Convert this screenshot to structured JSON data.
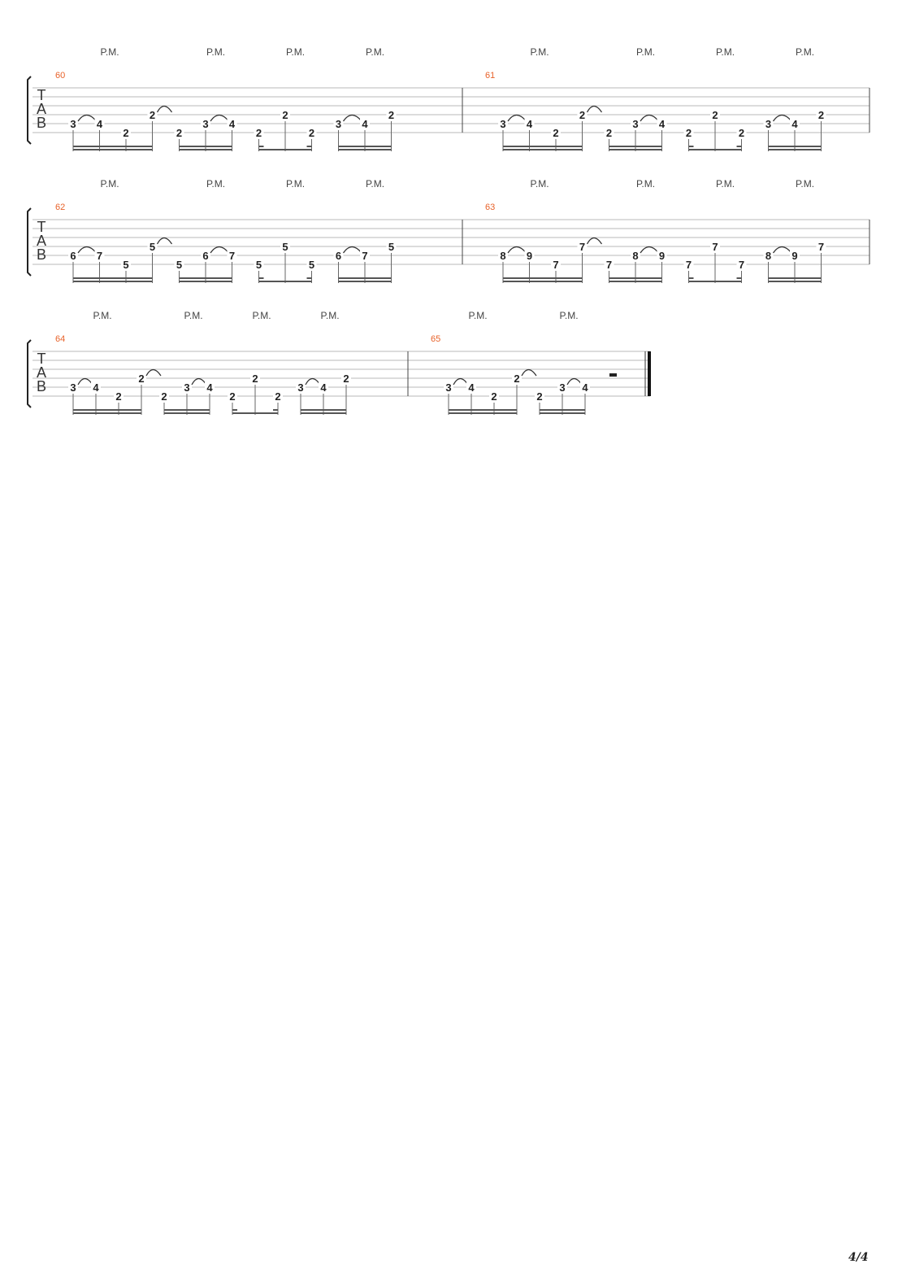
{
  "document": {
    "page_number": "4/4",
    "tab_clef": [
      "T",
      "A",
      "B"
    ],
    "palm_mute_label": "P.M.",
    "systems": [
      {
        "measures": [
          {
            "number": "60",
            "palm_mutes": 4,
            "beats": [
              {
                "notes": [
                  {
                    "fret": "3",
                    "string": 5,
                    "tie": true
                  },
                  {
                    "fret": "4",
                    "string": 5
                  },
                  {
                    "fret": "2",
                    "string": 6
                  },
                  {
                    "fret": "2",
                    "string": 4,
                    "tie": true
                  }
                ],
                "beam": 2
              },
              {
                "notes": [
                  {
                    "fret": "2",
                    "string": 6
                  },
                  {
                    "fret": "3",
                    "string": 5,
                    "tie": true
                  },
                  {
                    "fret": "4",
                    "string": 5
                  }
                ],
                "beam": 2,
                "rest_first": true
              },
              {
                "notes": [
                  {
                    "fret": "2",
                    "string": 6
                  },
                  {
                    "fret": "2",
                    "string": 4
                  },
                  {
                    "fret": "2",
                    "string": 6
                  }
                ],
                "beam": 1,
                "dotted": true
              },
              {
                "notes": [
                  {
                    "fret": "3",
                    "string": 5,
                    "tie": true
                  },
                  {
                    "fret": "4",
                    "string": 5
                  },
                  {
                    "fret": "2",
                    "string": 4
                  }
                ],
                "beam": 2
              }
            ]
          },
          {
            "number": "61",
            "palm_mutes": 4,
            "beats": [
              {
                "notes": [
                  {
                    "fret": "3",
                    "string": 5,
                    "tie": true
                  },
                  {
                    "fret": "4",
                    "string": 5
                  },
                  {
                    "fret": "2",
                    "string": 6
                  },
                  {
                    "fret": "2",
                    "string": 4,
                    "tie": true
                  }
                ],
                "beam": 2
              },
              {
                "notes": [
                  {
                    "fret": "2",
                    "string": 6
                  },
                  {
                    "fret": "3",
                    "string": 5,
                    "tie": true
                  },
                  {
                    "fret": "4",
                    "string": 5
                  }
                ],
                "beam": 2,
                "rest_first": true
              },
              {
                "notes": [
                  {
                    "fret": "2",
                    "string": 6
                  },
                  {
                    "fret": "2",
                    "string": 4
                  },
                  {
                    "fret": "2",
                    "string": 6
                  }
                ],
                "beam": 1,
                "dotted": true
              },
              {
                "notes": [
                  {
                    "fret": "3",
                    "string": 5,
                    "tie": true
                  },
                  {
                    "fret": "4",
                    "string": 5
                  },
                  {
                    "fret": "2",
                    "string": 4
                  }
                ],
                "beam": 2
              }
            ]
          }
        ]
      },
      {
        "measures": [
          {
            "number": "62",
            "palm_mutes": 4,
            "beats": [
              {
                "notes": [
                  {
                    "fret": "6",
                    "string": 5,
                    "tie": true
                  },
                  {
                    "fret": "7",
                    "string": 5
                  },
                  {
                    "fret": "5",
                    "string": 6
                  },
                  {
                    "fret": "5",
                    "string": 4,
                    "tie": true
                  }
                ],
                "beam": 2
              },
              {
                "notes": [
                  {
                    "fret": "5",
                    "string": 6
                  },
                  {
                    "fret": "6",
                    "string": 5,
                    "tie": true
                  },
                  {
                    "fret": "7",
                    "string": 5
                  }
                ],
                "beam": 2,
                "rest_first": true
              },
              {
                "notes": [
                  {
                    "fret": "5",
                    "string": 6
                  },
                  {
                    "fret": "5",
                    "string": 4
                  },
                  {
                    "fret": "5",
                    "string": 6
                  }
                ],
                "beam": 1,
                "dotted": true
              },
              {
                "notes": [
                  {
                    "fret": "6",
                    "string": 5,
                    "tie": true
                  },
                  {
                    "fret": "7",
                    "string": 5
                  },
                  {
                    "fret": "5",
                    "string": 4
                  }
                ],
                "beam": 2
              }
            ]
          },
          {
            "number": "63",
            "palm_mutes": 4,
            "beats": [
              {
                "notes": [
                  {
                    "fret": "8",
                    "string": 5,
                    "tie": true
                  },
                  {
                    "fret": "9",
                    "string": 5
                  },
                  {
                    "fret": "7",
                    "string": 6
                  },
                  {
                    "fret": "7",
                    "string": 4,
                    "tie": true
                  }
                ],
                "beam": 2
              },
              {
                "notes": [
                  {
                    "fret": "7",
                    "string": 6
                  },
                  {
                    "fret": "8",
                    "string": 5,
                    "tie": true
                  },
                  {
                    "fret": "9",
                    "string": 5
                  }
                ],
                "beam": 2,
                "rest_first": true
              },
              {
                "notes": [
                  {
                    "fret": "7",
                    "string": 6
                  },
                  {
                    "fret": "7",
                    "string": 4
                  },
                  {
                    "fret": "7",
                    "string": 6
                  }
                ],
                "beam": 1,
                "dotted": true
              },
              {
                "notes": [
                  {
                    "fret": "8",
                    "string": 5,
                    "tie": true
                  },
                  {
                    "fret": "9",
                    "string": 5
                  },
                  {
                    "fret": "7",
                    "string": 4
                  }
                ],
                "beam": 2
              }
            ]
          }
        ]
      },
      {
        "measures": [
          {
            "number": "64",
            "palm_mutes": 4,
            "beats": [
              {
                "notes": [
                  {
                    "fret": "3",
                    "string": 5,
                    "tie": true
                  },
                  {
                    "fret": "4",
                    "string": 5
                  },
                  {
                    "fret": "2",
                    "string": 6
                  },
                  {
                    "fret": "2",
                    "string": 4,
                    "tie": true
                  }
                ],
                "beam": 2
              },
              {
                "notes": [
                  {
                    "fret": "2",
                    "string": 6
                  },
                  {
                    "fret": "3",
                    "string": 5,
                    "tie": true
                  },
                  {
                    "fret": "4",
                    "string": 5
                  }
                ],
                "beam": 2,
                "rest_first": true
              },
              {
                "notes": [
                  {
                    "fret": "2",
                    "string": 6
                  },
                  {
                    "fret": "2",
                    "string": 4
                  },
                  {
                    "fret": "2",
                    "string": 6
                  }
                ],
                "beam": 1,
                "dotted": true
              },
              {
                "notes": [
                  {
                    "fret": "3",
                    "string": 5,
                    "tie": true
                  },
                  {
                    "fret": "4",
                    "string": 5
                  },
                  {
                    "fret": "2",
                    "string": 4
                  }
                ],
                "beam": 2
              }
            ]
          },
          {
            "number": "65",
            "palm_mutes": 2,
            "final": true,
            "half_rest": true,
            "beats": [
              {
                "notes": [
                  {
                    "fret": "3",
                    "string": 5,
                    "tie": true
                  },
                  {
                    "fret": "4",
                    "string": 5
                  },
                  {
                    "fret": "2",
                    "string": 6
                  },
                  {
                    "fret": "2",
                    "string": 4,
                    "tie": true
                  }
                ],
                "beam": 2
              },
              {
                "notes": [
                  {
                    "fret": "2",
                    "string": 6
                  },
                  {
                    "fret": "3",
                    "string": 5,
                    "tie": true
                  },
                  {
                    "fret": "4",
                    "string": 5
                  }
                ],
                "beam": 2,
                "rest_first": true
              }
            ]
          }
        ]
      }
    ]
  }
}
